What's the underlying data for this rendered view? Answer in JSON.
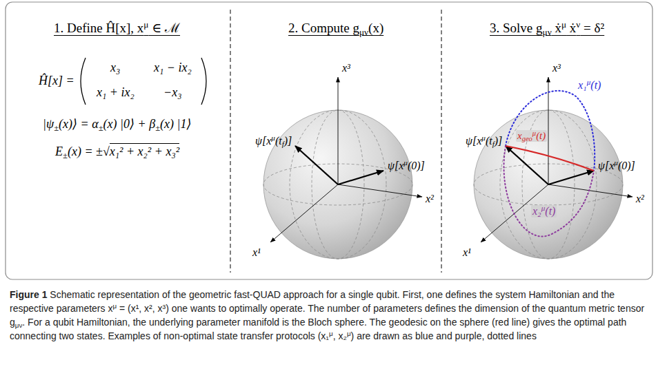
{
  "diagram": {
    "caption": "Figure 1 Schematic representation of the geometric fast-QUAD approach for a single qubit. First, one defines the system Hamiltonian and the respective parameters xμ = (x¹, x², x³) one wants to optimally operate. The number of parameters defines the dimension of the quantum metric tensor gμν. For a qubit Hamiltonian, the underlying parameter manifold is the Bloch sphere. The geodesic on the sphere (red line) gives the optimal path connecting two states. Examples of non-optimal state transfer protocols (x₁μ, x₂μ) are drawn as blue and purple, dotted lines",
    "labels": [
      "1. Define Ĥ[x], xμ ∈ ℳ",
      "2. Compute gμν(x)",
      "3. Solve gμν ẋμ ẋν = δ²",
      "Ĥ[x] =",
      "x₃",
      "x₁ − ix₂",
      "x₁ + ix₂",
      "−x₃",
      "|ψ±(x)⟩ = α±(x) |0⟩ + β±(x) |1⟩",
      "E±(x) = ±√x₁² + x₂² + x₃²",
      "x³",
      "ψ[xμ(tf)]",
      "ψ[xμ(0)]",
      "x²",
      "x¹",
      "x³",
      "x₁μ(t)",
      "ψ[xμ(tf)]",
      "xgeoμ(t)",
      "ψ[xμ(0)]",
      "x²",
      "x₂μ(t)",
      "x¹"
    ]
  }
}
